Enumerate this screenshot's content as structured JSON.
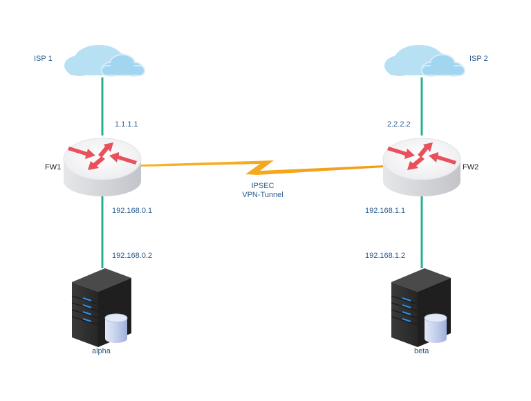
{
  "diagram": {
    "title": "IPSEC VPN site-to-site topology",
    "colors": {
      "link": "#26b091",
      "tunnel": "#f5a51c",
      "label": "#2a5a8c",
      "node_label": "#1a1a1a",
      "cloud": "#a9d9f0",
      "router_top": "#f4f4f6",
      "router_side": "#d9dade",
      "router_arrow": "#e8505b",
      "server_body": "#2e2e2e",
      "server_led": "#2f8ee8",
      "database": "#c7d3ee"
    },
    "clouds": [
      {
        "id": "isp1",
        "label": "ISP 1"
      },
      {
        "id": "isp2",
        "label": "ISP 2"
      }
    ],
    "routers": [
      {
        "id": "fw1",
        "label": "FW1",
        "wan_ip": "1.1.1.1",
        "lan_ip": "192.168.0.1"
      },
      {
        "id": "fw2",
        "label": "FW2",
        "wan_ip": "2.2.2.2",
        "lan_ip": "192.168.1.1"
      }
    ],
    "servers": [
      {
        "id": "alpha",
        "label": "alpha",
        "ip": "192.168.0.2"
      },
      {
        "id": "beta",
        "label": "beta",
        "ip": "192.168.1.2"
      }
    ],
    "tunnel": {
      "line1": "IPSEC",
      "line2": "VPN-Tunnel"
    }
  }
}
